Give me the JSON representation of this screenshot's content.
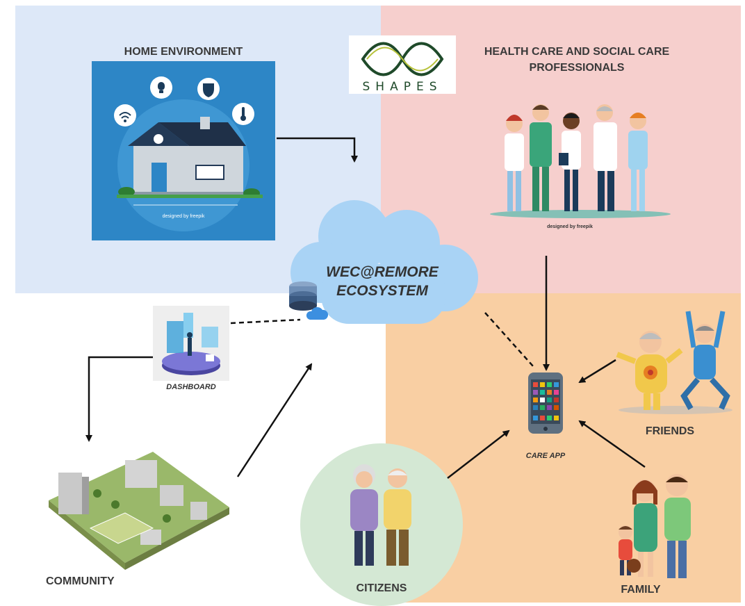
{
  "regions": {
    "home": {
      "title": "HOME ENVIRONMENT",
      "credit": "designed by freepik",
      "color": "#dde8f8"
    },
    "professionals": {
      "title_line1": "HEALTH CARE AND SOCIAL CARE",
      "title_line2": "PROFESSIONALS",
      "credit": "designed by freepik",
      "color": "#f6cfcd"
    },
    "care": {
      "color": "#f9cfa3"
    }
  },
  "logo": {
    "text": "SHAPES"
  },
  "cloud": {
    "line1": "WEC@REMORE",
    "line2": "ECOSYSTEM",
    "color": "#a9d3f5"
  },
  "nodes": {
    "dashboard": "DASHBOARD",
    "care_app": "CARE APP",
    "friends": "FRIENDS",
    "family": "FAMILY",
    "citizens": "CITIZENS",
    "community": "COMMUNITY"
  },
  "colors": {
    "accent_text": "#3a3a3a",
    "home_card": "#2d86c6",
    "citizens_circle": "#d4e8d4",
    "logo_green": "#1f4a2a"
  }
}
